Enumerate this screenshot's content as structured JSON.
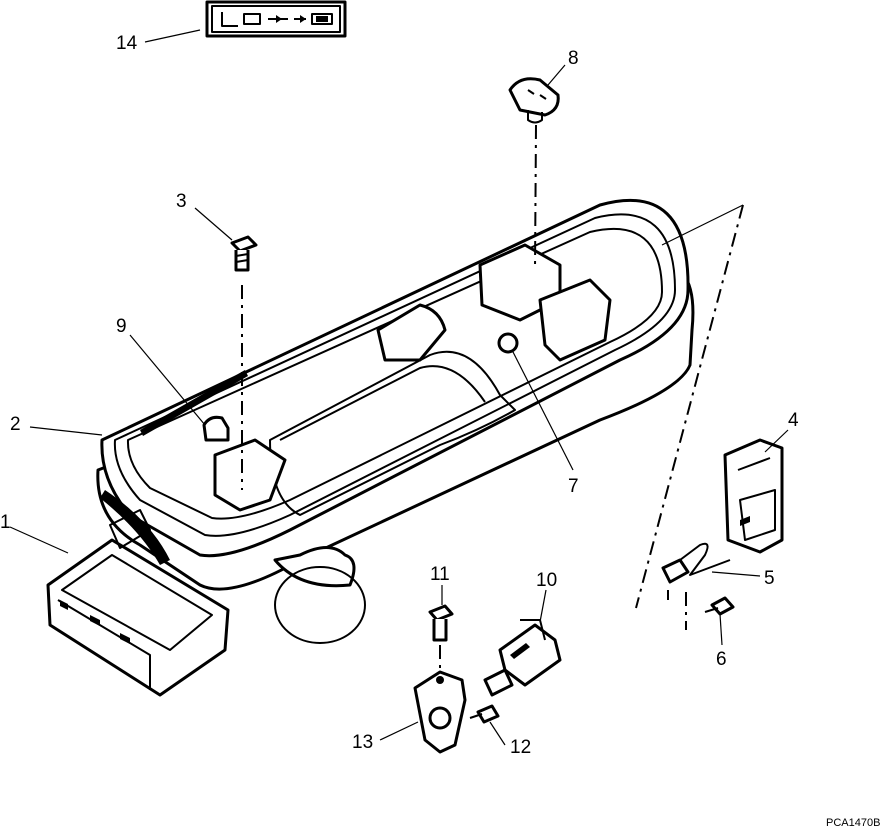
{
  "callouts": [
    {
      "id": "1",
      "label": "1"
    },
    {
      "id": "2",
      "label": "2"
    },
    {
      "id": "3",
      "label": "3"
    },
    {
      "id": "4",
      "label": "4"
    },
    {
      "id": "5",
      "label": "5"
    },
    {
      "id": "6",
      "label": "6"
    },
    {
      "id": "7",
      "label": "7"
    },
    {
      "id": "8",
      "label": "8"
    },
    {
      "id": "9",
      "label": "9"
    },
    {
      "id": "10",
      "label": "10"
    },
    {
      "id": "11",
      "label": "11"
    },
    {
      "id": "12",
      "label": "12"
    },
    {
      "id": "13",
      "label": "13"
    },
    {
      "id": "14",
      "label": "14"
    }
  ],
  "figure_code": "PCA1470B"
}
